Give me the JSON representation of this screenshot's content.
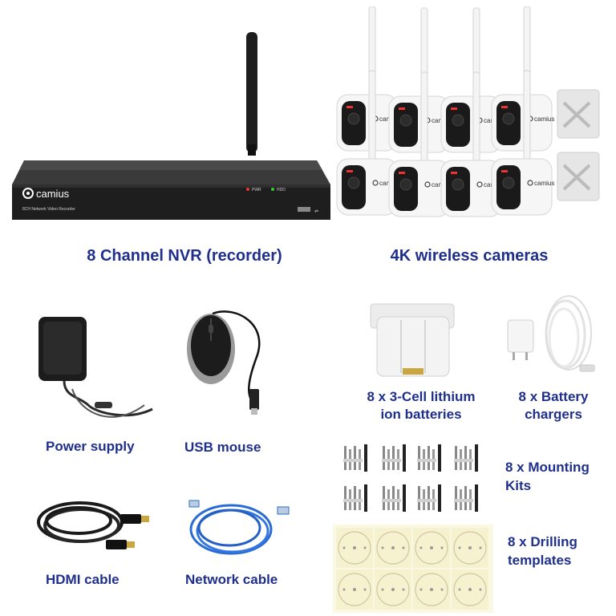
{
  "colors": {
    "label": "#1f2f8c",
    "nvr_body": "#2a2a2a",
    "camera_body": "#f2f2f2",
    "cable_blue": "#2a6bd6"
  },
  "nvr": {
    "brand": "camius",
    "model_text": "8CH Network Video Recorder",
    "led_pwr": "PWR",
    "led_hdd": "HDD",
    "label": "8 Channel NVR (recorder)"
  },
  "cameras": {
    "brand": "camius",
    "count": 8,
    "label": "4K wireless cameras"
  },
  "items": {
    "power_supply": "Power supply",
    "usb_mouse": "USB mouse",
    "hdmi_cable": "HDMI cable",
    "network_cable": "Network cable",
    "batteries_line1": "8 x 3-Cell lithium",
    "batteries_line2": "ion batteries",
    "chargers_line1": "8 x Battery",
    "chargers_line2": "chargers",
    "mounting_line1": "8 x Mounting",
    "mounting_line2": "Kits",
    "templates_line1": "8 x Drilling",
    "templates_line2": "templates"
  }
}
